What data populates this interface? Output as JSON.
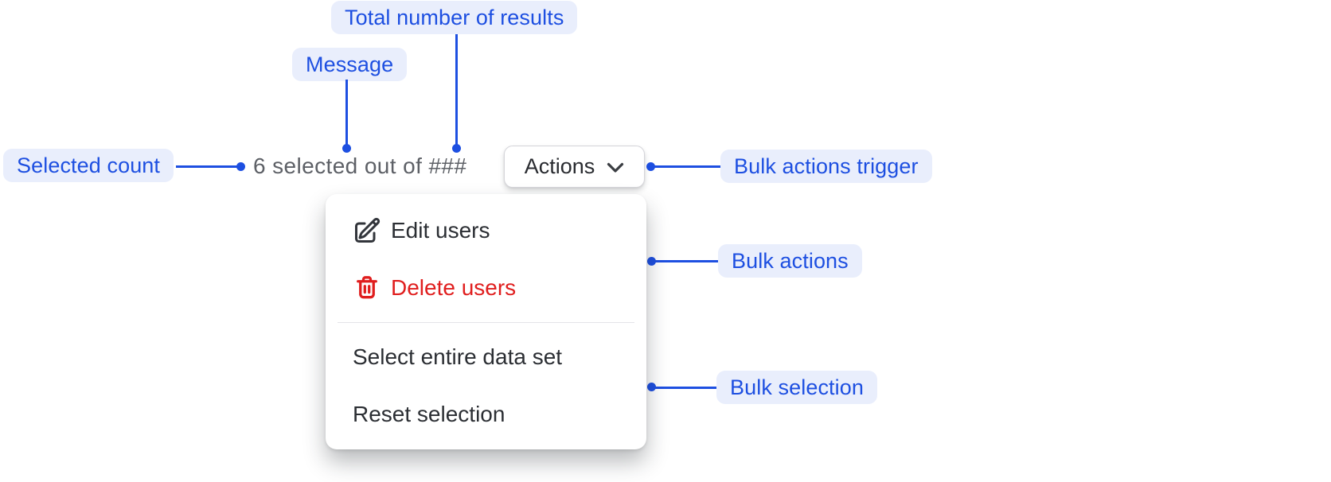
{
  "colors": {
    "accent_blue": "#1d4fe1",
    "annotation_bg": "#e9eefc",
    "critical_red": "#e01e1e",
    "message_gray": "#5d6066",
    "menu_text": "#2b2e33"
  },
  "annotations": {
    "total_results": "Total number of results",
    "message": "Message",
    "selected_count": "Selected count",
    "bulk_actions_trigger": "Bulk actions trigger",
    "bulk_actions": "Bulk actions",
    "bulk_selection": "Bulk selection"
  },
  "component": {
    "selection_message": "6 selected out of ###",
    "actions_button_label": "Actions",
    "menu": {
      "items": [
        {
          "label": "Edit users",
          "icon": "edit-icon",
          "tone": "default"
        },
        {
          "label": "Delete users",
          "icon": "trash-icon",
          "tone": "critical"
        },
        {
          "label": "Select entire data set",
          "icon": "",
          "tone": "default"
        },
        {
          "label": "Reset selection",
          "icon": "",
          "tone": "default"
        }
      ]
    }
  }
}
